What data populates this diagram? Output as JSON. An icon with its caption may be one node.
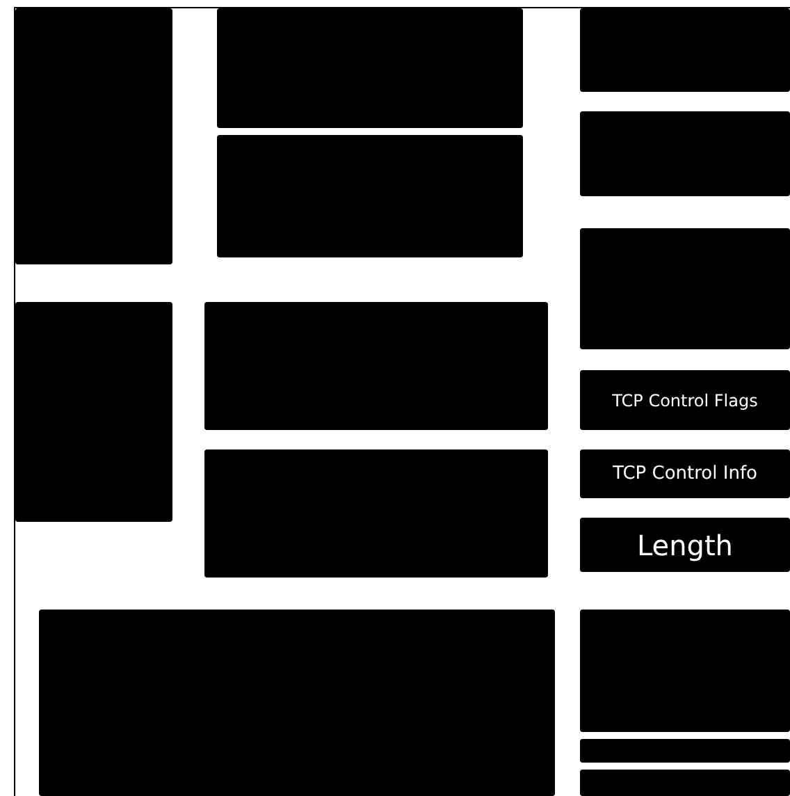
{
  "diagram": {
    "nodes": [
      {
        "text": [],
        "shape": "box"
      },
      {
        "text": [],
        "shape": "box"
      },
      {
        "text": [],
        "shape": "box"
      },
      {
        "text": [],
        "shape": "box"
      },
      {
        "text": [],
        "shape": "box"
      },
      {
        "text": [],
        "shape": "box"
      },
      {
        "text": [],
        "shape": "box"
      },
      {
        "text": [],
        "shape": "box"
      },
      {
        "text": [
          "TCP Control Flags"
        ]
      },
      {
        "text": [],
        "shape": "box"
      },
      {
        "text": [
          "TCP Control Info"
        ]
      },
      {
        "text": [
          "Length"
        ]
      },
      {
        "text": [],
        "shape": "box"
      },
      {
        "text": [],
        "shape": "box"
      },
      {
        "text": [],
        "shape": "box"
      },
      {
        "text": [],
        "shape": "box"
      }
    ]
  }
}
